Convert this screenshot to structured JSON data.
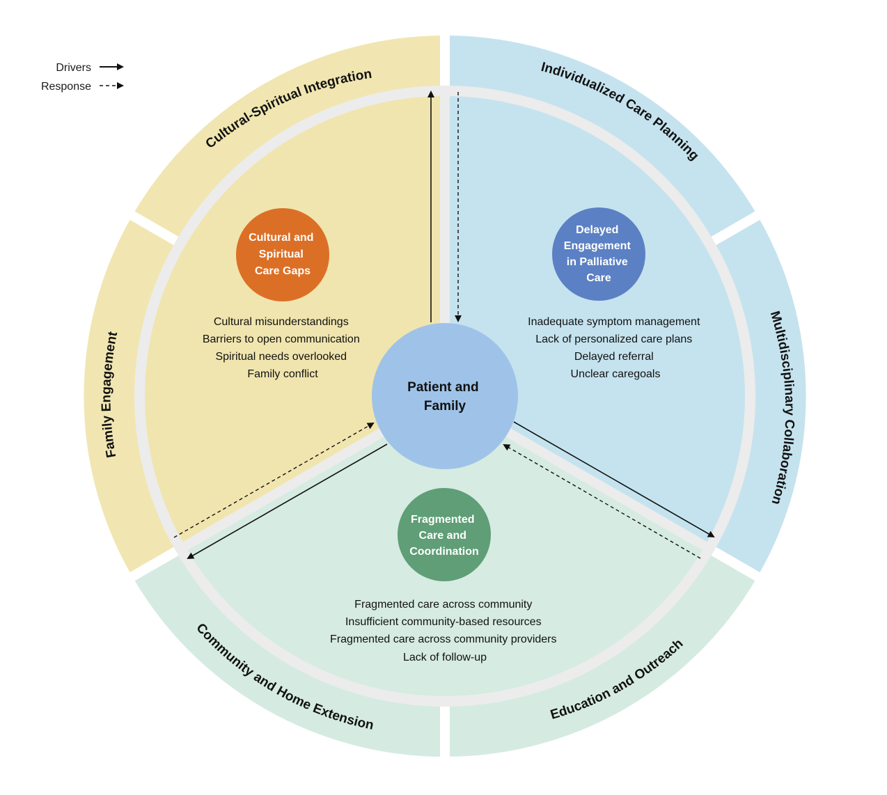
{
  "legend": {
    "drivers_label": "Drivers",
    "response_label": "Response"
  },
  "colors": {
    "yellow_outer": "#f1e6b1",
    "yellow_inner": "#f0e5ae",
    "blue_outer": "#c5e3ee",
    "blue_inner": "#c5e3ee",
    "green_outer": "#d5ebe2",
    "green_inner": "#d6ebe1",
    "ring_gray": "#ececec",
    "center_circle": "#9fc3e8",
    "orange_bubble": "#dc6f26",
    "blue_bubble": "#5b80c4",
    "green_bubble": "#5f9e76"
  },
  "outer_labels": {
    "cultural_spiritual": "Cultural-Spiritual Integration",
    "family_engagement": "Family Engagement",
    "individualized_care": "Individualized Care Planning",
    "multidisciplinary": "Multidisciplinary Collaboration",
    "community_home": "Community and Home Extension",
    "education_outreach": "Education and Outreach"
  },
  "center": {
    "line1": "Patient and",
    "line2": "Family"
  },
  "bubbles": {
    "cultural": {
      "lines": [
        "Cultural and",
        "Spiritual",
        "Care Gaps"
      ]
    },
    "delayed": {
      "lines": [
        "Delayed",
        "Engagement",
        "in Palliative",
        "Care"
      ]
    },
    "fragmented": {
      "lines": [
        "Fragmented",
        "Care and",
        "Coordination"
      ]
    }
  },
  "lists": {
    "cultural": [
      "Cultural misunderstandings",
      "Barriers to open communication",
      "Spiritual needs overlooked",
      "Family conflict"
    ],
    "delayed": [
      "Inadequate symptom management",
      "Lack of personalized care plans",
      "Delayed referral",
      "Unclear caregoals"
    ],
    "fragmented": [
      "Fragmented care across community",
      "Insufficient community-based resources",
      "Fragmented care across community providers",
      "Lack of follow-up"
    ]
  }
}
